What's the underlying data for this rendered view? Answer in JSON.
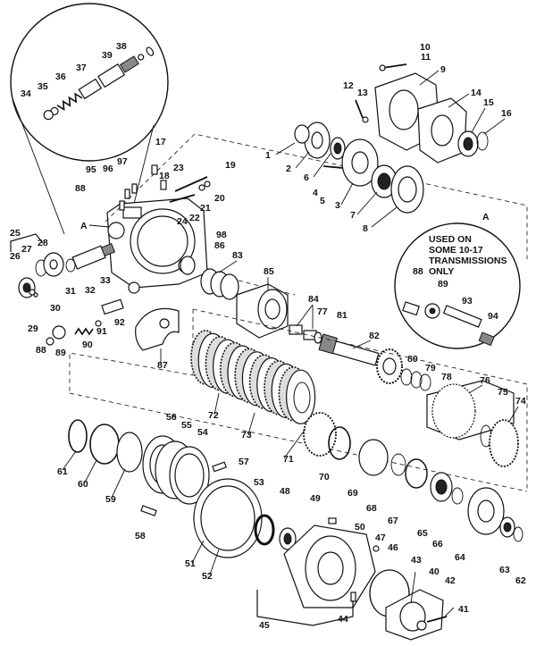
{
  "inset_note": {
    "ref": "A",
    "lines": [
      "USED ON",
      "SOME 10-17",
      "TRANSMISSIONS",
      "ONLY"
    ]
  },
  "housing_ref": "A",
  "part_labels": {
    "1": "1",
    "2": "2",
    "3": "3",
    "4": "4",
    "5": "5",
    "6": "6",
    "7": "7",
    "8": "8",
    "9": "9",
    "10": "10",
    "11": "11",
    "12": "12",
    "13": "13",
    "14": "14",
    "15": "15",
    "16": "16",
    "17": "17",
    "18": "18",
    "19": "19",
    "20": "20",
    "21": "21",
    "22": "22",
    "23": "23",
    "24": "24",
    "25": "25",
    "26": "26",
    "27": "27",
    "28": "28",
    "29": "29",
    "30": "30",
    "31": "31",
    "32": "32",
    "33": "33",
    "34": "34",
    "35": "35",
    "36": "36",
    "37": "37",
    "38": "38",
    "39": "39",
    "40": "40",
    "41": "41",
    "42": "42",
    "43": "43",
    "44": "44",
    "45": "45",
    "46": "46",
    "47": "47",
    "48": "48",
    "49": "49",
    "50": "50",
    "51": "51",
    "52": "52",
    "53": "53",
    "54": "54",
    "55": "55",
    "56": "56",
    "57": "57",
    "58": "58",
    "59": "59",
    "60": "60",
    "61": "61",
    "62": "62",
    "63": "63",
    "64": "64",
    "65": "65",
    "66": "66",
    "67": "67",
    "68": "68",
    "69": "69",
    "70": "70",
    "71": "71",
    "72": "72",
    "73": "73",
    "74": "74",
    "75": "75",
    "76": "76",
    "77": "77",
    "78": "78",
    "79": "79",
    "80": "80",
    "81": "81",
    "82": "82",
    "83": "83",
    "84": "84",
    "85": "85",
    "86": "86",
    "87": "87",
    "88": "88",
    "89": "89",
    "90": "90",
    "91": "91",
    "92": "92",
    "93": "93",
    "94": "94",
    "95": "95",
    "96": "96",
    "97": "97",
    "98": "98"
  },
  "inset_labels": {
    "88": "88",
    "89": "89",
    "93": "93",
    "94": "94"
  }
}
